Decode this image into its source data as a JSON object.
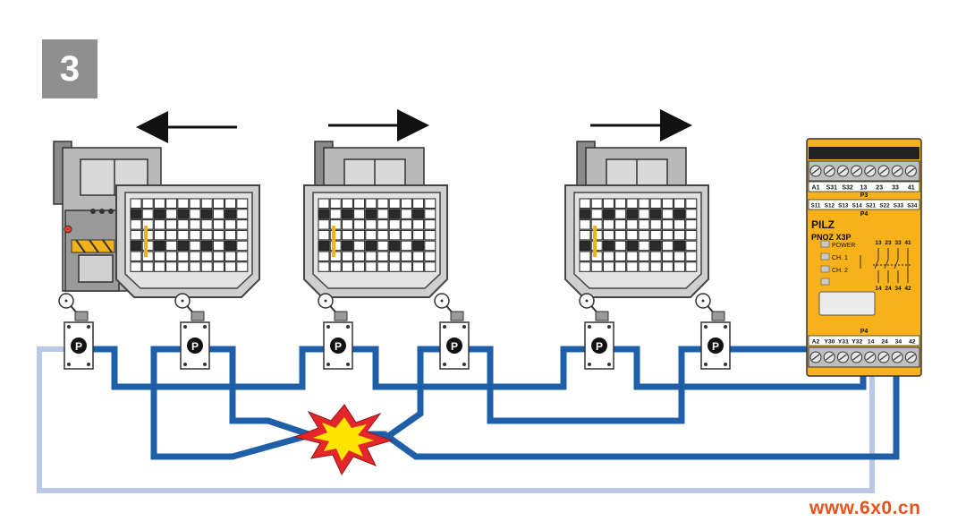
{
  "step_number": "3",
  "relay": {
    "brand": "PILZ",
    "model": "PNOZ X3P",
    "p3_label": "P3",
    "p4_label_top": "P4",
    "p4_label_bottom": "P4",
    "top_terminals": [
      "A1",
      "S31",
      "S32",
      "13",
      "23",
      "33",
      "41"
    ],
    "mid_terminals": [
      "S11",
      "S12",
      "S13",
      "S14",
      "S21",
      "S22",
      "S33",
      "S34"
    ],
    "bottom_terminals": [
      "A2",
      "Y30",
      "Y31",
      "Y32",
      "14",
      "24",
      "34",
      "42"
    ],
    "leds": [
      "POWER",
      "CH. 1",
      "CH. 2"
    ],
    "contact_top": [
      "13",
      "23",
      "33",
      "41"
    ],
    "contact_bottom": [
      "14",
      "24",
      "34",
      "42"
    ]
  },
  "switch_symbol": "P",
  "watermark": "www.6x0.cn",
  "colors": {
    "wire": "#1f5fa8",
    "wire_light": "#b8c8e6",
    "relay_body": "#f7b21b",
    "guard": "#c8c8c8",
    "burst_outer": "#e4262a",
    "burst_inner": "#ffe400"
  },
  "guards": [
    {
      "direction": "left"
    },
    {
      "direction": "right"
    },
    {
      "direction": "right"
    }
  ]
}
